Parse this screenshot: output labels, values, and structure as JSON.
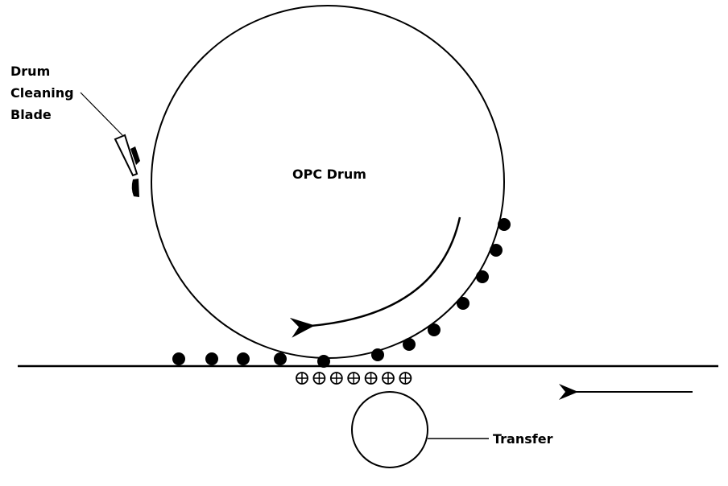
{
  "labels": {
    "blade": [
      "Drum",
      "Cleaning",
      "Blade"
    ],
    "drum": "OPC Drum",
    "transfer": "Transfer"
  },
  "charges": {
    "symbol": "plus",
    "count": 7
  },
  "toner_particles": 12,
  "colors": {
    "ink": "#000000",
    "background": "#ffffff"
  }
}
